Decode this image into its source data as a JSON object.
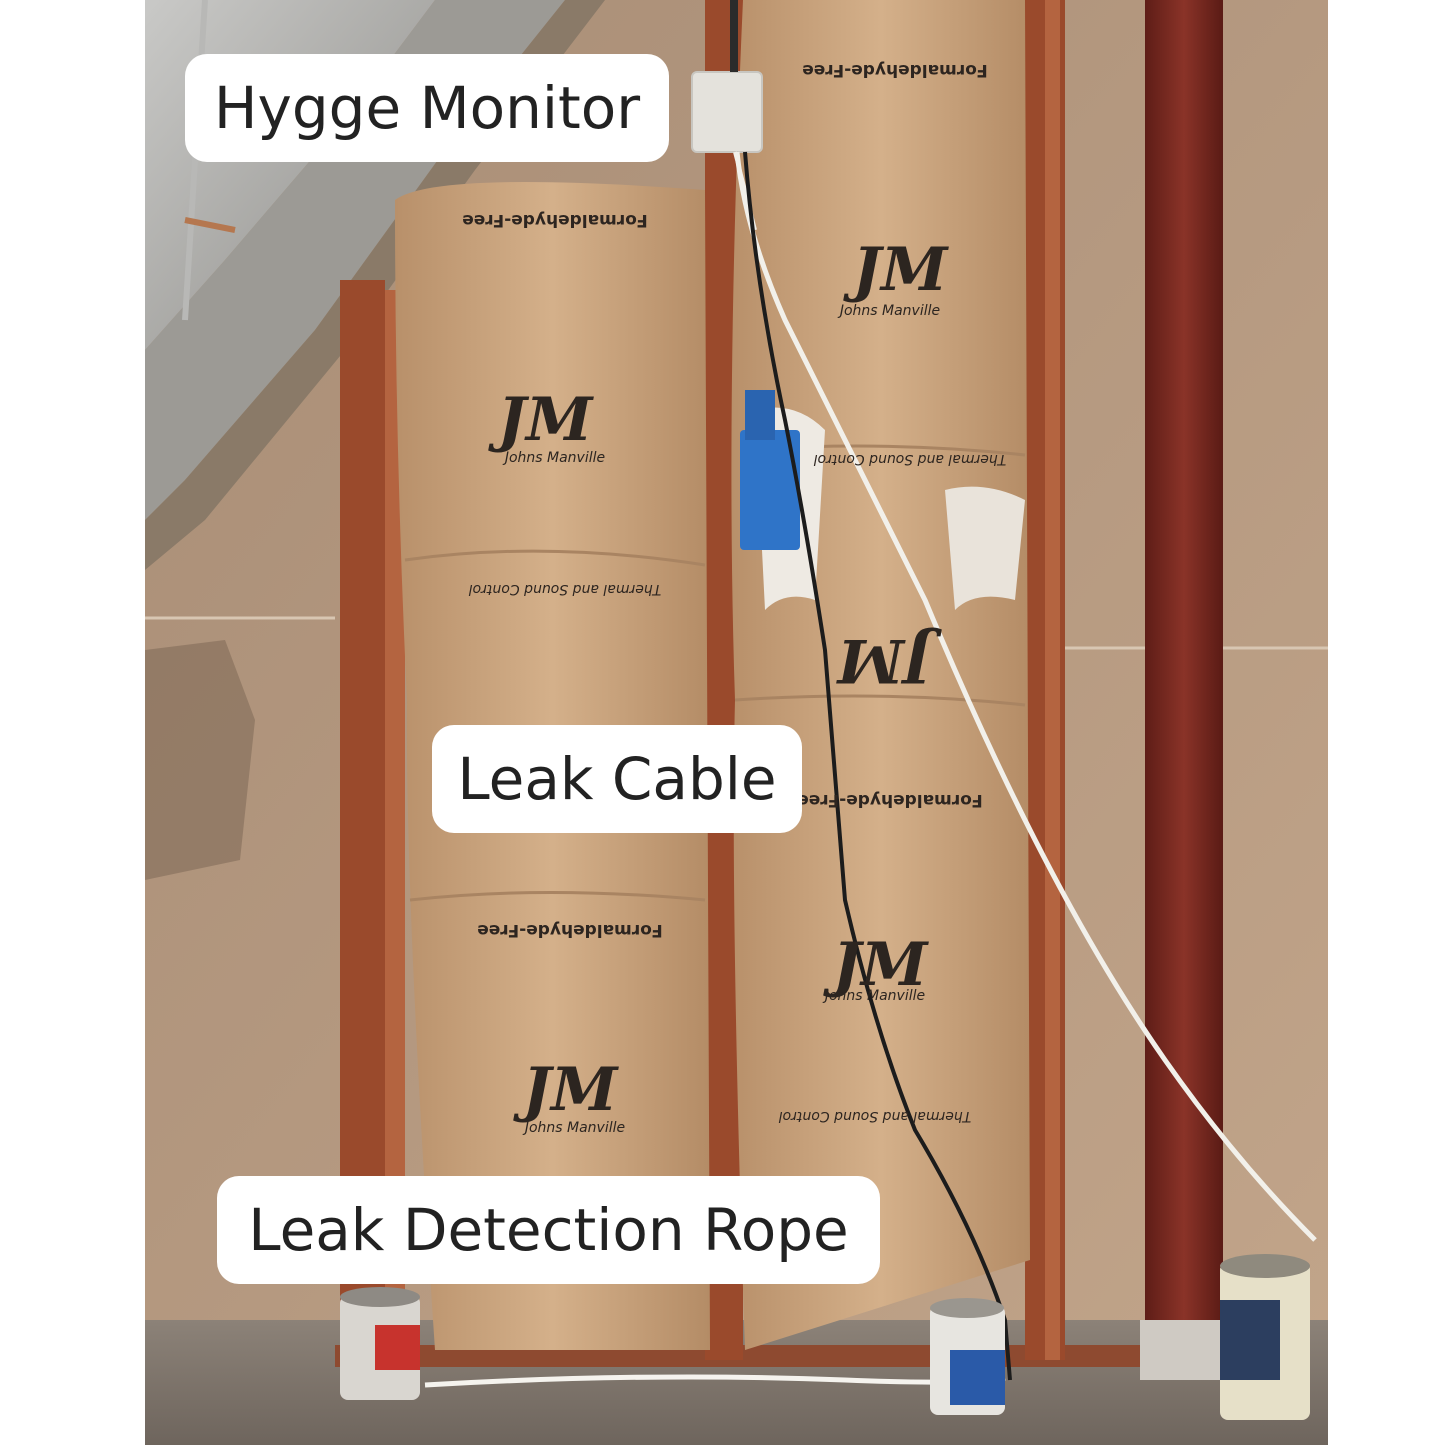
{
  "labels": {
    "monitor": "Hygge Monitor",
    "cable": "Leak Cable",
    "rope": "Leak Detection Rope"
  },
  "bag_print": {
    "brand_mark": "JM",
    "brand_name": "Johns Manville",
    "formaldehyde": "Formaldehyde-Free",
    "thermal": "Thermal and Sound Control"
  },
  "colors": {
    "label_background": "#ffffff",
    "label_text": "#222222",
    "wall": "#b89a7f",
    "stud_wood": "#9a4a2c",
    "kraft_paper": "#c9a27a",
    "pipe": "#7a2a22",
    "junction_box": "#2f74c8"
  }
}
